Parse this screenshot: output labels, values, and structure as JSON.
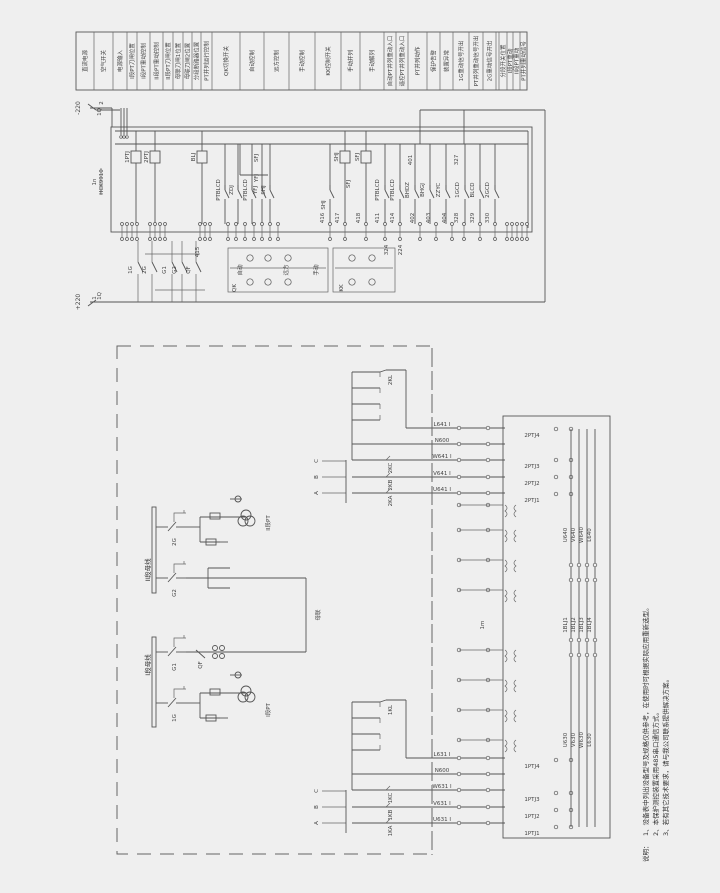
{
  "table": {
    "columns": [
      "直流电源",
      "空气开关",
      "电源输入",
      "I段PT刀闸位置",
      "I段PT重动控制",
      "II段PT重动控制",
      "II段PT刀闸位置",
      "母联刀闸1位置",
      "母联刀闸2位置",
      "分段断路器位置",
      "PT并列运行控制",
      "QK切换开关",
      "自动控制",
      "远方控制",
      "手动控制",
      "KK控制开关",
      "手动并列",
      "手动解列",
      "自动PT并列重动入口",
      "遥控PT并列重动入口",
      "PT并列动作",
      "保护告警",
      "装置异常",
      "1G重动信号开出",
      "PT并列重动信号开出",
      "2G重动信号开出",
      "",
      "分段开关位置",
      "I段PT重动",
      "II段PT重动",
      "PT并列重动信号"
    ]
  },
  "control": {
    "rail_neg": "-220",
    "rail_pos": "+220",
    "breaker_top": "1Q",
    "breaker_bottom": "1Q",
    "pin_top": "2",
    "pin_bottom": "1",
    "device_id": "1n",
    "device_model": "HCK9910",
    "relays": [
      "1PTJ",
      "2PTJ",
      "BLJ",
      "SHJ",
      "SFJ"
    ],
    "contacts": [
      "SFJ",
      "YFJ",
      "PTBLCD",
      "ZDJ",
      "PTBLCD",
      "YFJ",
      "SHJ",
      "SFJ",
      "SHJ",
      "PTBLCD",
      "PTBLCD",
      "BHDZ",
      "BHGJ",
      "ZZYC",
      "1GCD",
      "BLCD",
      "2GCD"
    ],
    "terminals": [
      "415",
      "416",
      "417",
      "418",
      "411",
      "414",
      "402",
      "403",
      "404",
      "328",
      "329",
      "330",
      "401",
      "327",
      "324",
      "224"
    ],
    "switches": [
      "1G",
      "2G",
      "G1",
      "G2",
      "QF"
    ],
    "qk_label": "QK",
    "kk_label": "KK",
    "modes": [
      "自动",
      "远方",
      "手动"
    ]
  },
  "primary": {
    "bus2": "II段母线",
    "bus1": "I段母线",
    "disconnectors": [
      "2G",
      "G2",
      "G1",
      "1G"
    ],
    "breaker": "QF",
    "pt2": "II段PT",
    "pt1": "I段PT",
    "tie": "母联"
  },
  "secondary": {
    "ct2": [
      "2KL",
      "2KC",
      "2KB",
      "2KA"
    ],
    "ct1": [
      "1KL",
      "1KC",
      "1KB",
      "1KA"
    ],
    "phases": [
      "A",
      "B",
      "C",
      "A",
      "B",
      "C"
    ],
    "lines2": [
      "L641 I",
      "N600",
      "W641 I",
      "V641 I",
      "U641 I"
    ],
    "lines1": [
      "L631 I",
      "N600",
      "W631 I",
      "V631 I",
      "U631 I"
    ],
    "relay_contacts2": [
      "2PTJ4",
      "2PTJ3",
      "2PTJ2",
      "2PTJ1"
    ],
    "relay_contacts1": [
      "1PTJ4",
      "1PTJ3",
      "1PTJ2",
      "1PTJ1"
    ],
    "out_bus2": [
      "U640",
      "V640",
      "W640",
      "L640"
    ],
    "out_bus1": [
      "U630",
      "V630",
      "W630",
      "L630"
    ],
    "blj": [
      "1BLJ1",
      "1BLJ2",
      "1BLJ3",
      "1BLJ4"
    ],
    "block_id": "1m"
  },
  "notes": {
    "title": "说明：",
    "items": [
      "1、设备表中列出设备型号及规格仅供参考，在使用时可根据实际应用重新选型。",
      "2、本保护测控装置采用485串口通信方式。",
      "3、若有其它技术要求，请与我公司联系提供解决方案。"
    ]
  }
}
